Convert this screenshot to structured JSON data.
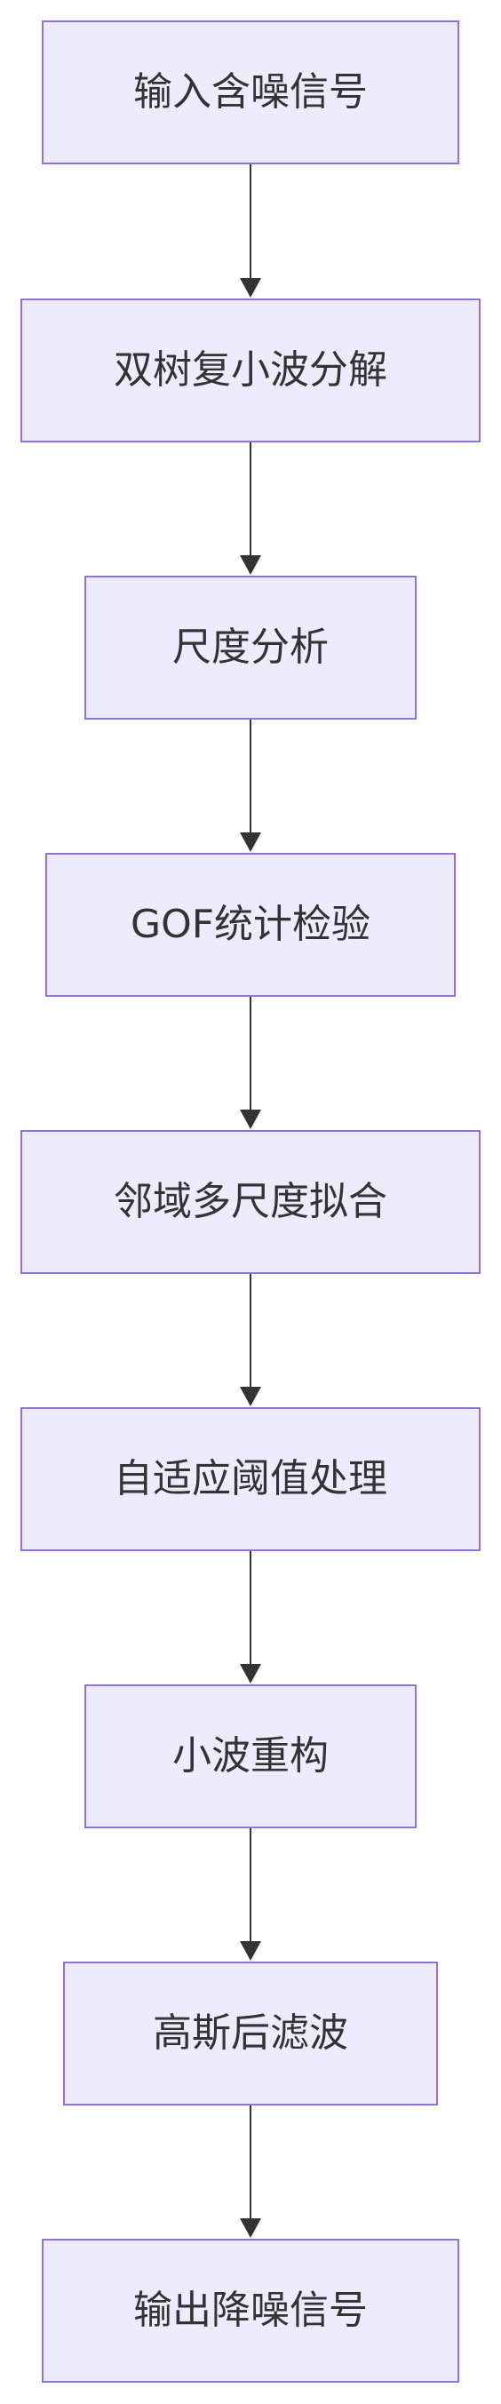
{
  "diagram": {
    "type": "flowchart",
    "direction": "top-to-bottom",
    "colors": {
      "node_fill": "#ececfe",
      "node_border": "#9370db",
      "text": "#333333",
      "arrow": "#333333"
    },
    "nodes": [
      {
        "label": "输入含噪信号"
      },
      {
        "label": "双树复小波分解"
      },
      {
        "label": "尺度分析"
      },
      {
        "label": "GOF统计检验"
      },
      {
        "label": "邻域多尺度拟合"
      },
      {
        "label": "自适应阈值处理"
      },
      {
        "label": "小波重构"
      },
      {
        "label": "高斯后滤波"
      },
      {
        "label": "输出降噪信号"
      }
    ],
    "edges": [
      {
        "from": 0,
        "to": 1
      },
      {
        "from": 1,
        "to": 2
      },
      {
        "from": 2,
        "to": 3
      },
      {
        "from": 3,
        "to": 4
      },
      {
        "from": 4,
        "to": 5
      },
      {
        "from": 5,
        "to": 6
      },
      {
        "from": 6,
        "to": 7
      },
      {
        "from": 7,
        "to": 8
      }
    ]
  }
}
